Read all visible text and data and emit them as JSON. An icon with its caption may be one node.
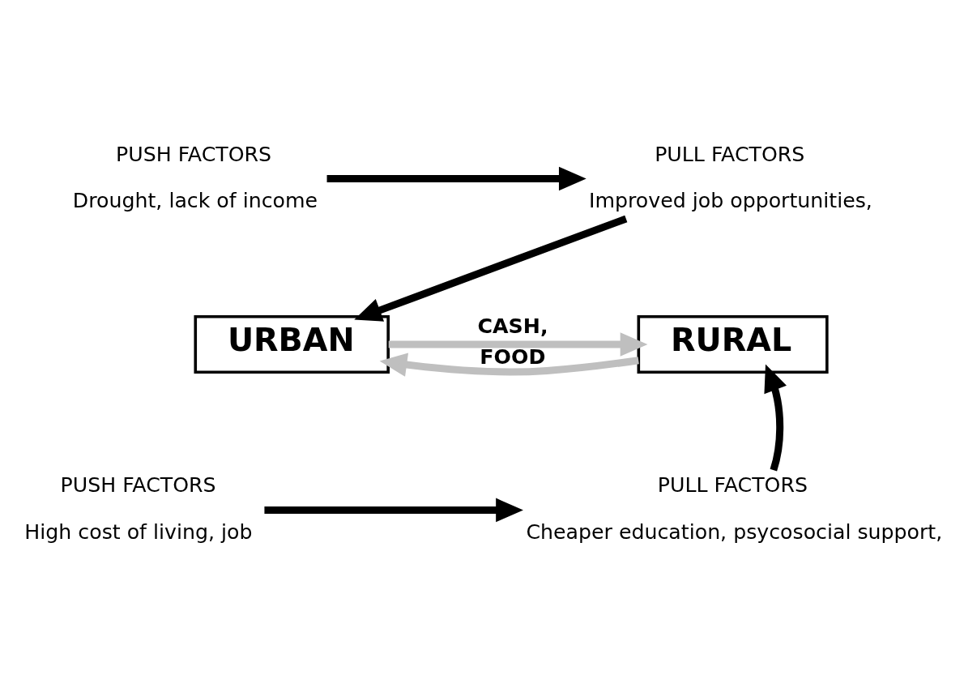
{
  "diagram": {
    "nodes": [
      {
        "text": [
          "RURAL"
        ]
      },
      {
        "text": [
          "URBAN"
        ]
      },
      {
        "text": [
          "PUSH FACTORS",
          "Drought, lack of income"
        ]
      },
      {
        "text": [
          "PULL FACTORS",
          "Improved job opportunities,"
        ]
      },
      {
        "text": [
          "PUSH FACTORS",
          "High cost of living, job"
        ]
      },
      {
        "text": [
          "PULL FACTORS",
          "Cheaper education, psycosocial support,"
        ]
      }
    ],
    "edges": [
      {
        "from": 2,
        "to": 3,
        "arrow": "to"
      },
      {
        "from": 3,
        "to": 1,
        "arrow": "to"
      },
      {
        "from": 4,
        "to": 5,
        "arrow": "to"
      },
      {
        "from": 5,
        "to": 0,
        "arrow": "to"
      },
      {
        "from": 1,
        "to": 0,
        "arrow": "to",
        "color": "#bfbfbf",
        "label": "CASH,"
      },
      {
        "from": 0,
        "to": 1,
        "arrow": "to",
        "color": "#bfbfbf",
        "label": "FOOD"
      }
    ]
  }
}
